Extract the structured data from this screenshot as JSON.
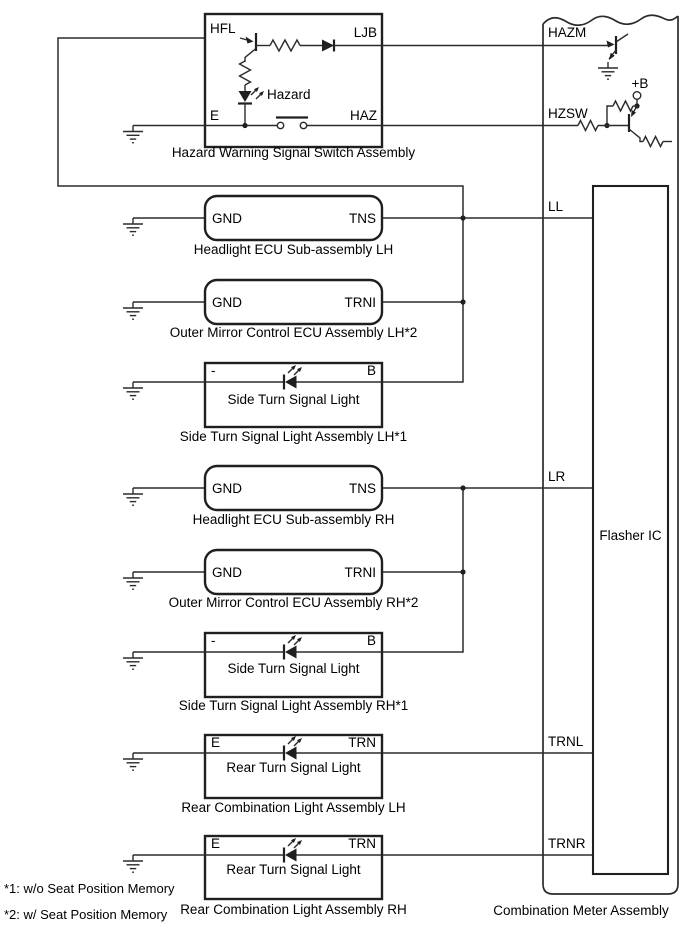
{
  "colors": {
    "background": "#ffffff",
    "line": "#2b2b2b",
    "text": "#000000"
  },
  "icons": [
    "ground-icon",
    "resistor-icon",
    "diode-icon",
    "led-icon",
    "light-ray-icon",
    "transistor-icon",
    "push-switch-icon",
    "junction-dot",
    "battery-terminal-icon"
  ],
  "hazard_switch": {
    "label": "Hazard Warning Signal Switch Assembly",
    "terminal_hfl": "HFL",
    "terminal_ljb": "LJB",
    "terminal_e": "E",
    "terminal_haz": "HAZ",
    "lamp_label": "Hazard"
  },
  "meter": {
    "label": "Combination Meter Assembly",
    "flasher_label": "Flasher IC",
    "power_label": "+B",
    "terminal_hazm": "HAZM",
    "terminal_hzsw": "HZSW",
    "terminal_ll": "LL",
    "terminal_lr": "LR",
    "terminal_trnl": "TRNL",
    "terminal_trnr": "TRNR"
  },
  "components": [
    {
      "label": "Headlight ECU Sub-assembly LH",
      "left_terminal": "GND",
      "right_terminal": "TNS"
    },
    {
      "label": "Outer Mirror Control ECU Assembly LH*2",
      "left_terminal": "GND",
      "right_terminal": "TRNI"
    },
    {
      "label": "Side Turn Signal Light Assembly LH*1",
      "left_terminal": "-",
      "right_terminal": "B",
      "inner_label": "Side Turn Signal Light"
    },
    {
      "label": "Headlight ECU Sub-assembly RH",
      "left_terminal": "GND",
      "right_terminal": "TNS"
    },
    {
      "label": "Outer Mirror Control ECU Assembly RH*2",
      "left_terminal": "GND",
      "right_terminal": "TRNI"
    },
    {
      "label": "Side Turn Signal Light Assembly RH*1",
      "left_terminal": "-",
      "right_terminal": "B",
      "inner_label": "Side Turn Signal Light"
    },
    {
      "label": "Rear Combination Light Assembly LH",
      "left_terminal": "E",
      "right_terminal": "TRN",
      "inner_label": "Rear Turn Signal Light"
    },
    {
      "label": "Rear Combination Light Assembly RH",
      "left_terminal": "E",
      "right_terminal": "TRN",
      "inner_label": "Rear Turn Signal Light"
    }
  ],
  "footnotes": [
    "*1: w/o Seat Position Memory",
    "*2: w/ Seat Position Memory"
  ]
}
